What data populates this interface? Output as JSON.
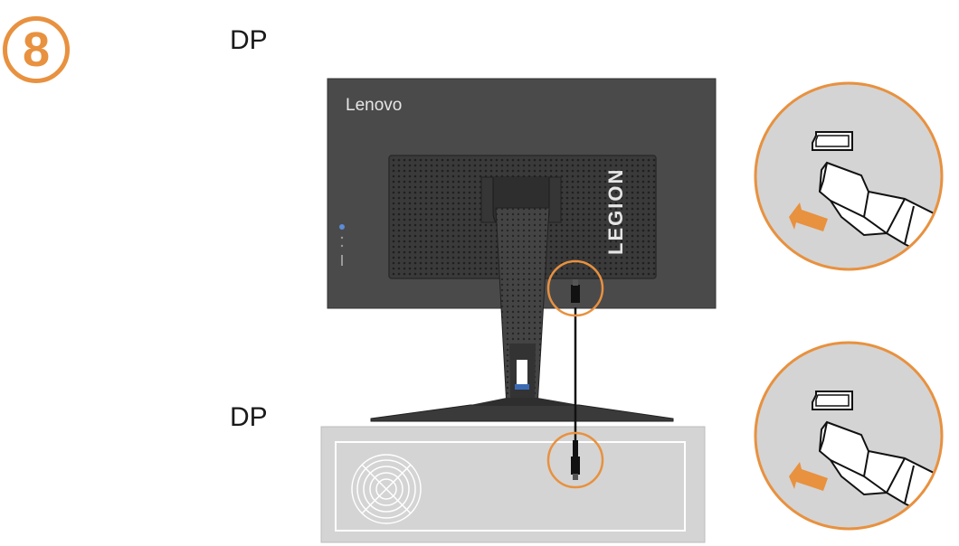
{
  "step": {
    "number": "8"
  },
  "labels": {
    "top_connector": "DP",
    "bottom_connector": "DP"
  },
  "monitor": {
    "brand": "Lenovo",
    "stand_brand": "LEGION"
  },
  "colors": {
    "accent": "#e8913f",
    "monitor_body": "#4a4a4b",
    "monitor_rear": "#3f3f40",
    "pc_case": "#d4d4d4",
    "cable": "#111111"
  },
  "icons": [
    "displayport-port-icon",
    "displayport-plug-icon",
    "insert-arrow-icon",
    "fan-grille-icon"
  ]
}
